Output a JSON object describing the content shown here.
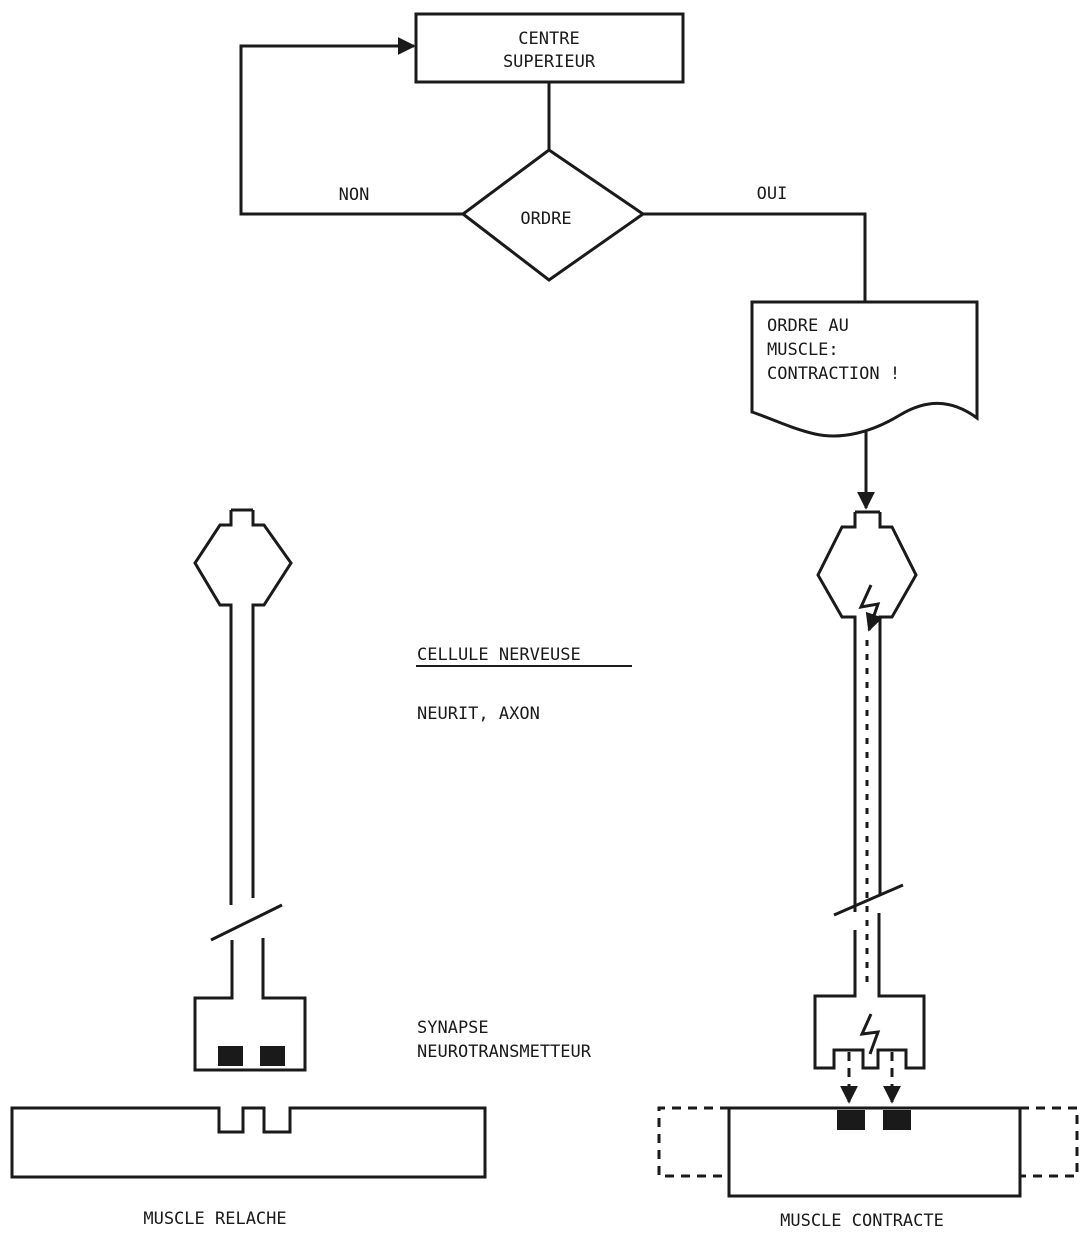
{
  "flowchart": {
    "top_box": {
      "line1": "CENTRE",
      "line2": "SUPERIEUR"
    },
    "decision": "ORDRE",
    "branch_no": "NON",
    "branch_yes": "OUI",
    "document": {
      "line1": "ORDRE AU",
      "line2": "MUSCLE:",
      "line3": "CONTRACTION !"
    }
  },
  "labels": {
    "nerve_cell": "CELLULE NERVEUSE",
    "neurite": "NEURIT, AXON",
    "synapse": "SYNAPSE",
    "neurotransmitter": "NEUROTRANSMETTEUR",
    "muscle_relaxed": "MUSCLE RELACHE",
    "muscle_contracted": "MUSCLE CONTRACTE"
  }
}
